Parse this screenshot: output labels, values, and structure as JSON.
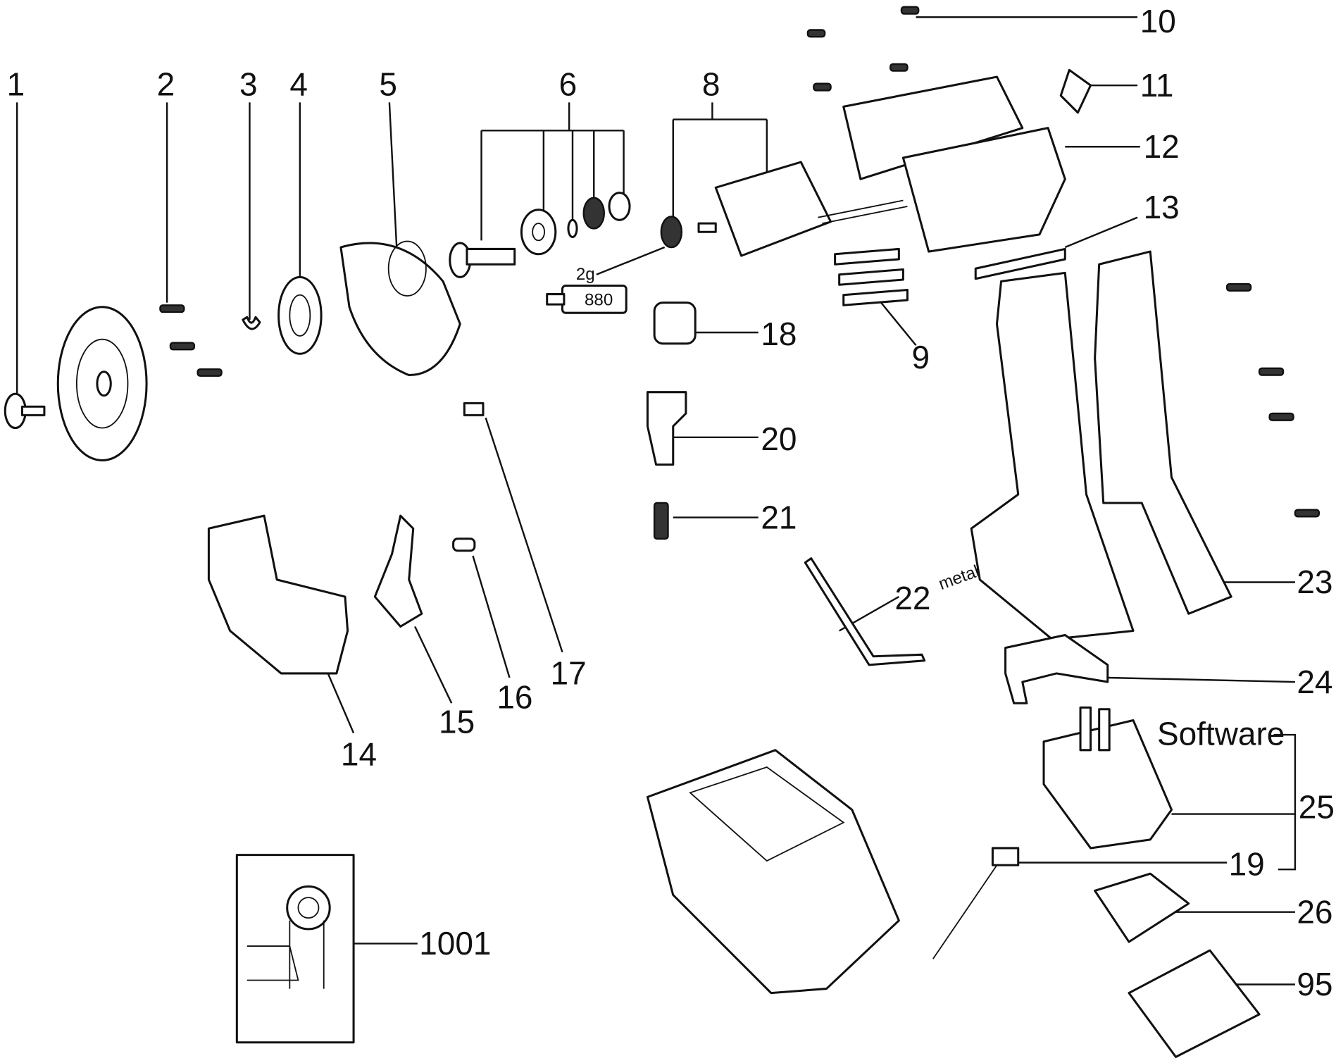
{
  "diagram": {
    "type": "exploded parts diagram",
    "brand_marking": "metabo",
    "part_labels": [
      "1",
      "2",
      "3",
      "4",
      "5",
      "6",
      "8",
      "10",
      "11",
      "12",
      "13",
      "18",
      "9",
      "20",
      "21",
      "22",
      "23",
      "24",
      "14",
      "15",
      "16",
      "17",
      "25",
      "19",
      "26",
      "95",
      "1001"
    ],
    "labels": {
      "p1": "1",
      "p2": "2",
      "p3": "3",
      "p4": "4",
      "p5": "5",
      "p6": "6",
      "p8": "8",
      "p9": "9",
      "p10": "10",
      "p11": "11",
      "p12": "12",
      "p13": "13",
      "p14": "14",
      "p15": "15",
      "p16": "16",
      "p17": "17",
      "p18": "18",
      "p19": "19",
      "p20": "20",
      "p21": "21",
      "p22": "22",
      "p23": "23",
      "p24": "24",
      "p25": "25",
      "p26": "26",
      "p95": "95",
      "p1001": "1001"
    },
    "software_label": "Software",
    "grease_amount": "2g",
    "grease_code": "880"
  }
}
